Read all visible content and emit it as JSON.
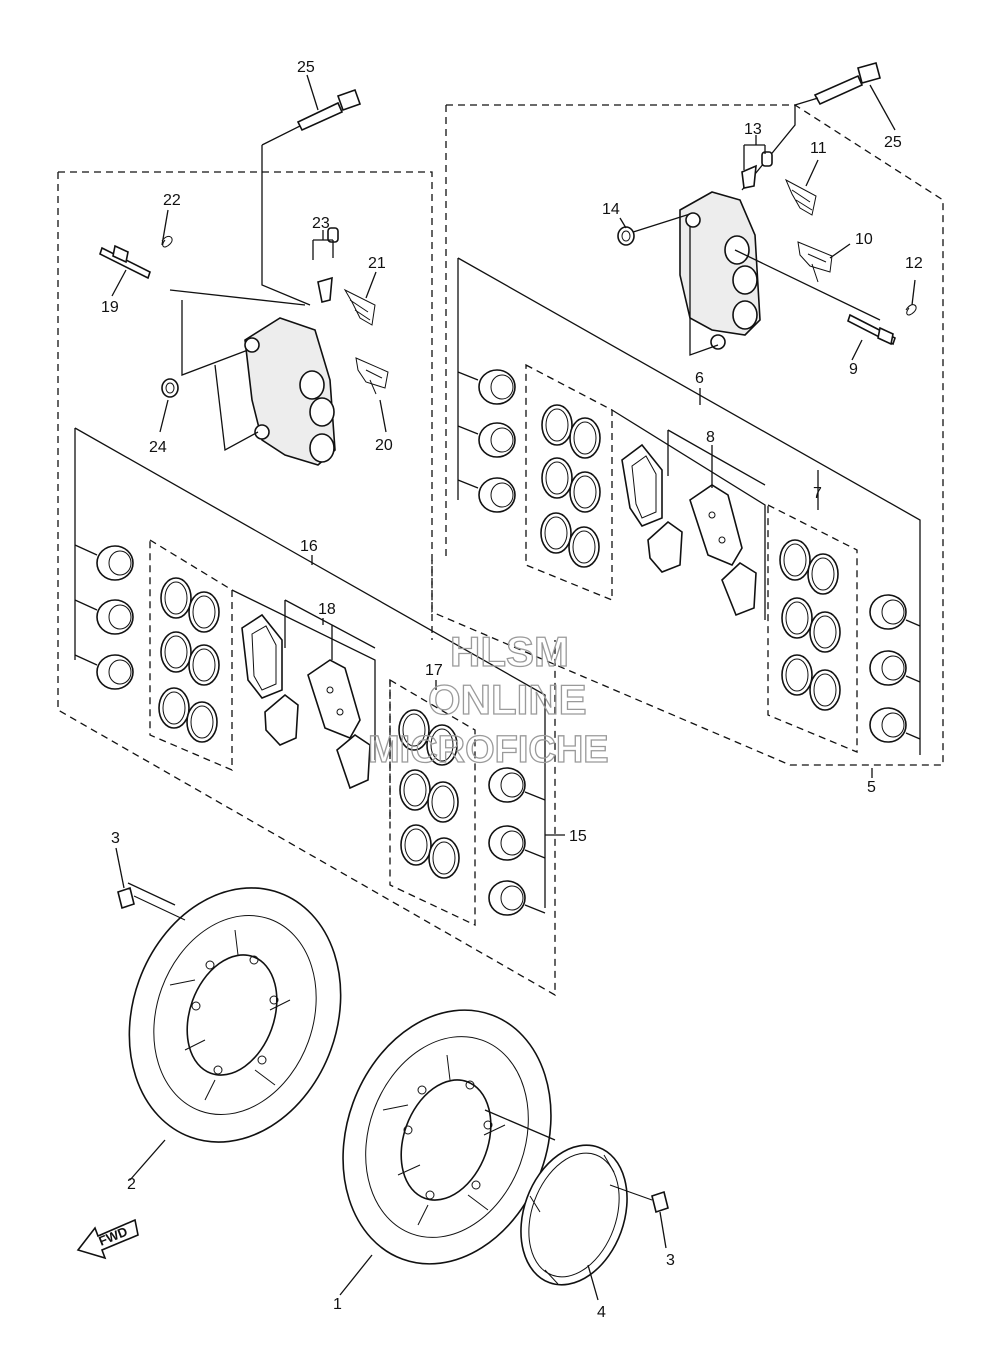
{
  "callouts": {
    "c1": "1",
    "c2": "2",
    "c3a": "3",
    "c3b": "3",
    "c4": "4",
    "c5": "5",
    "c6": "6",
    "c7": "7",
    "c8": "8",
    "c9": "9",
    "c10": "10",
    "c11": "11",
    "c12": "12",
    "c13": "13",
    "c14": "14",
    "c15": "15",
    "c16": "16",
    "c17": "17",
    "c18": "18",
    "c19": "19",
    "c20": "20",
    "c21": "21",
    "c22": "22",
    "c23": "23",
    "c24": "24",
    "c25a": "25",
    "c25b": "25"
  },
  "watermark": {
    "line1": "HLSM",
    "line2": "ONLINE",
    "line3": "MICROFICHE"
  },
  "fwd_label": "FWD"
}
